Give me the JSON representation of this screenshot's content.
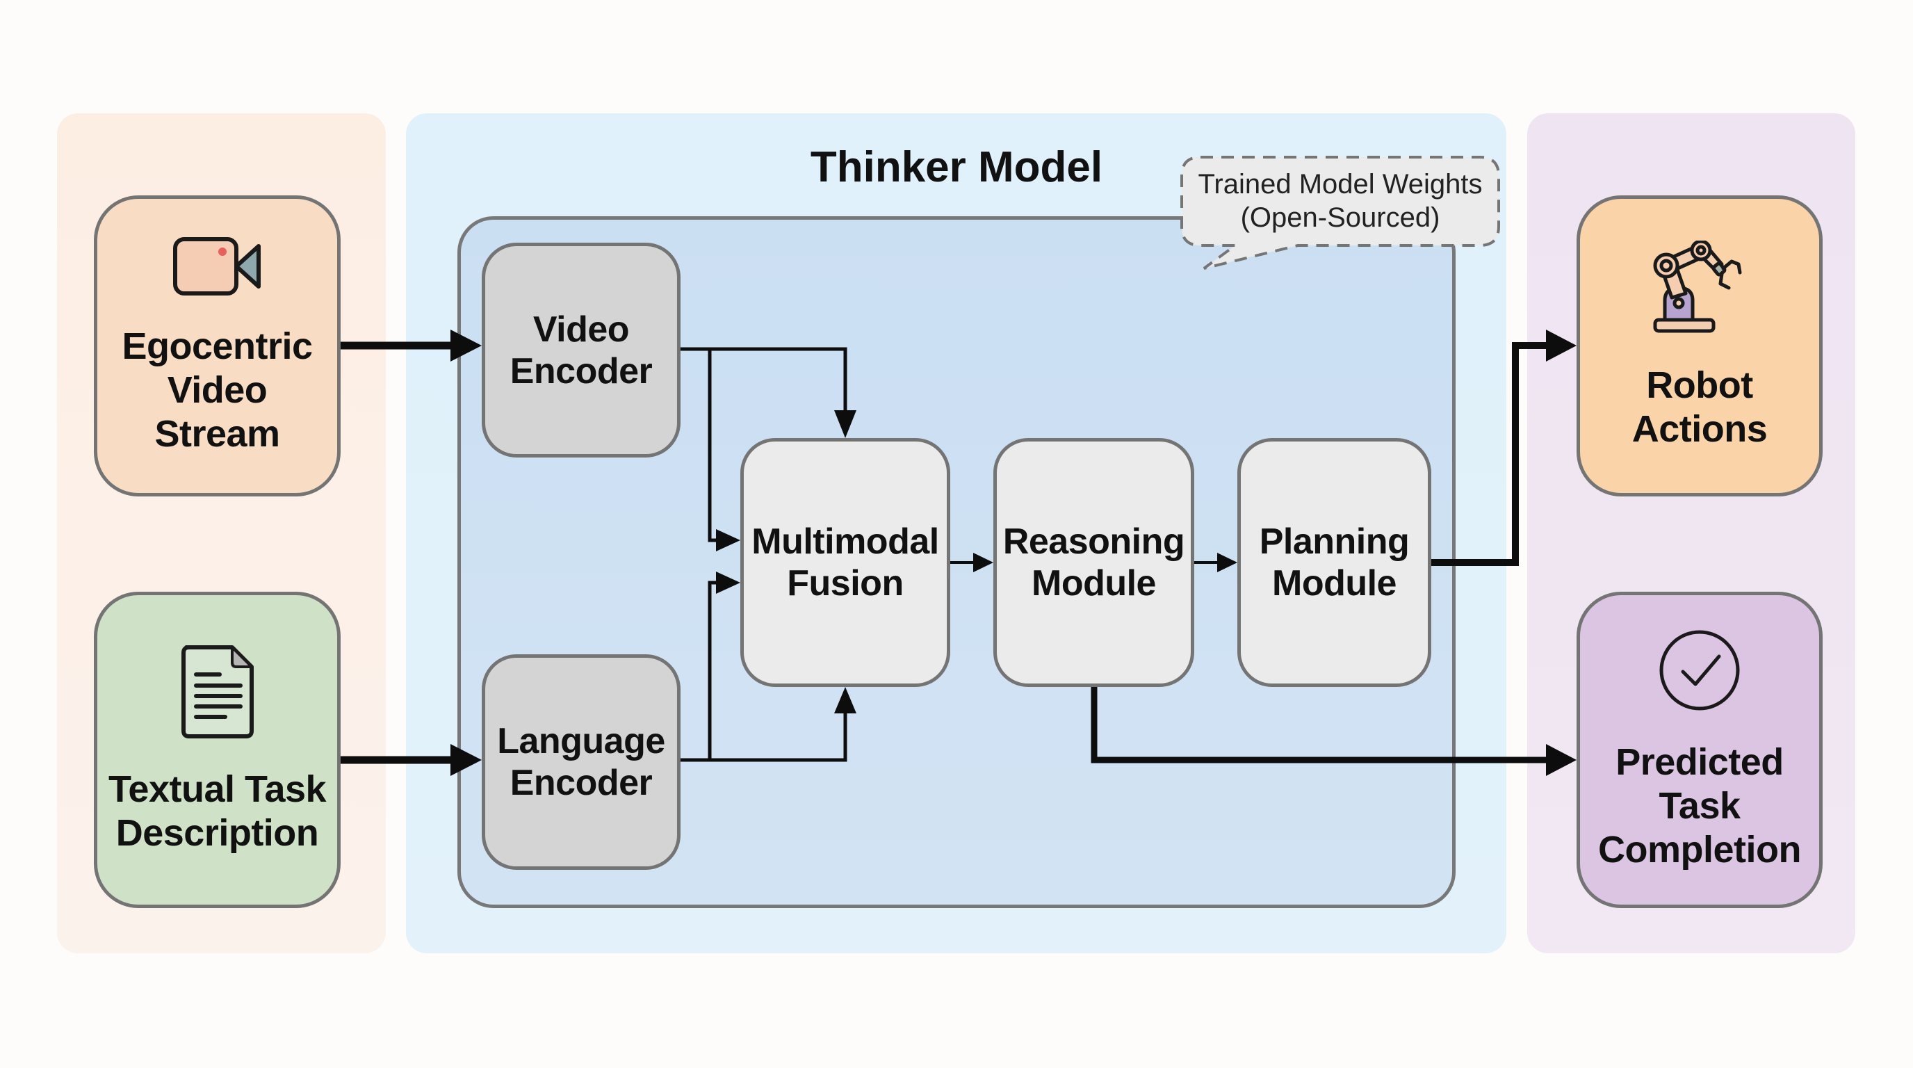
{
  "title": "Thinker Model",
  "callout": {
    "line1": "Trained Model Weights",
    "line2": "(Open-Sourced)"
  },
  "inputs": [
    {
      "label": "Egocentric\nVideo\nStream",
      "icon": "video-camera-icon"
    },
    {
      "label": "Textual Task\nDescription",
      "icon": "document-icon"
    }
  ],
  "modules": {
    "video_encoder": "Video\nEncoder",
    "language_encoder": "Language\nEncoder",
    "fusion": "Multimodal\nFusion",
    "reasoning": "Reasoning\nModule",
    "planning": "Planning\nModule"
  },
  "outputs": [
    {
      "label": "Robot\nActions",
      "icon": "robot-arm-icon"
    },
    {
      "label": "Predicted\nTask\nCompletion",
      "icon": "check-circle-icon"
    }
  ],
  "colors": {
    "input_panel": "#fdeee4",
    "thinker_panel": "#e0f1fb",
    "output_panel": "#efe4f2",
    "egocentric_box": "#f8dcc4",
    "textual_box": "#cfe1c6",
    "robot_box": "#fbd3a9",
    "predicted_box": "#dcc5e2",
    "encoder_box": "#d4d4d4",
    "module_box": "#ebebeb",
    "camera_record_dot": "#e8605a"
  }
}
